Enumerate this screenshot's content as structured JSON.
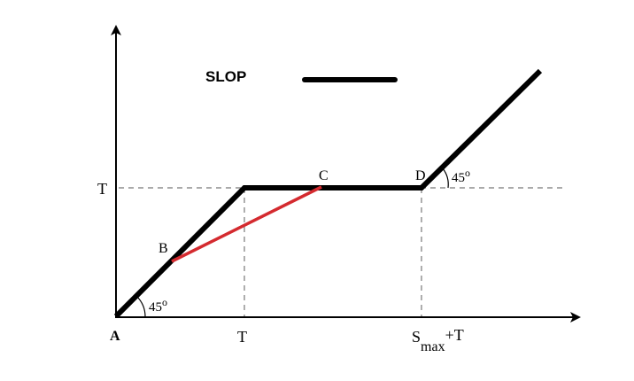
{
  "diagram": {
    "legend": {
      "label": "SLOP"
    },
    "tick_labels": {
      "y_T": "T",
      "x_T": "T",
      "x_S": "S",
      "x_S_sub": "max",
      "x_S_suffix": "+T"
    },
    "points": {
      "A": "A",
      "B": "B",
      "C": "C",
      "D": "D"
    },
    "angles": {
      "bottom": "45",
      "bottom_sup": "o",
      "right": "45",
      "right_sup": "o"
    },
    "colors": {
      "slop": "#000000",
      "chord": "#d42a2f",
      "axis": "#000000",
      "guide": "#777777"
    }
  }
}
